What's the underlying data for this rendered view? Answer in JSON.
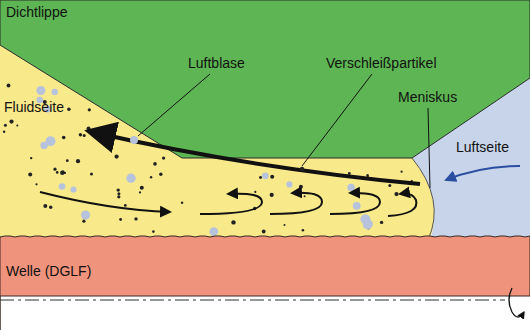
{
  "diagram": {
    "labels": [
      "Dichtlippe",
      "Fluidseite",
      "Luftblase",
      "Verschleißpartikel",
      "Meniskus",
      "Luftseite",
      "Welle (DGLF)"
    ]
  }
}
